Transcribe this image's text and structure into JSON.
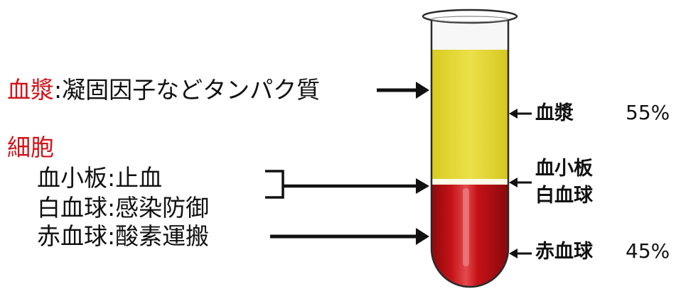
{
  "left_labels": {
    "plasma": {
      "term": "血漿",
      "sep": ":",
      "desc": "凝固因子などタンパク質"
    },
    "cells_heading": "細胞",
    "platelet": {
      "term": "血小板",
      "sep": ":",
      "desc": "止血"
    },
    "wbc": {
      "term": "白血球",
      "sep": ":",
      "desc": "感染防御"
    },
    "rbc": {
      "term": "赤血球",
      "sep": ":",
      "desc": "酸素運搬"
    }
  },
  "right_labels": {
    "plasma": "血漿",
    "plasma_pct": "55%",
    "buffy_line1": "血小板",
    "buffy_line2": "白血球",
    "rbc": "赤血球",
    "rbc_pct": "45%"
  },
  "colors": {
    "accent_red_text": "#d0141a",
    "plasma": "#e4d62f",
    "red_cells": "#b50f12",
    "buffy_coat": "#fbfbe8",
    "arrows": "#111111"
  }
}
